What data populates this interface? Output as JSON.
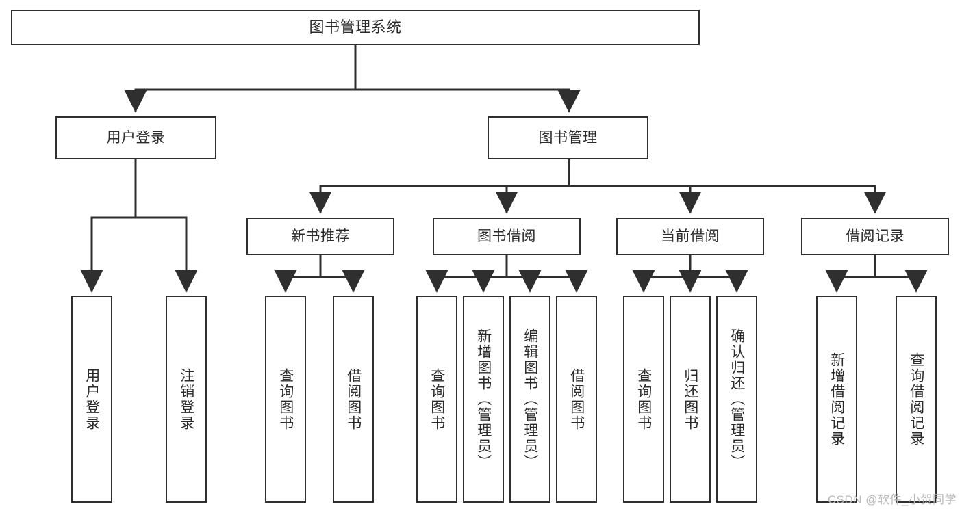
{
  "diagram": {
    "title": "图书管理系统",
    "type": "tree",
    "orientation": "top-down",
    "box_fill": "#ffffff",
    "box_stroke": "#2f2f2f",
    "text_color": "#2b2b2b",
    "background": "#ffffff"
  },
  "nodes": {
    "root": {
      "label": "图书管理系统",
      "level": 0
    },
    "level1": [
      {
        "id": "user_login",
        "label": "用户登录",
        "level": 1
      },
      {
        "id": "book_manage",
        "label": "图书管理",
        "level": 1
      }
    ],
    "level2": [
      {
        "id": "new_book_rec",
        "label": "新书推荐",
        "level": 2,
        "parent": "book_manage"
      },
      {
        "id": "book_borrow",
        "label": "图书借阅",
        "level": 2,
        "parent": "book_manage"
      },
      {
        "id": "current_borrow",
        "label": "当前借阅",
        "level": 2,
        "parent": "book_manage"
      },
      {
        "id": "borrow_record",
        "label": "借阅记录",
        "level": 2,
        "parent": "book_manage"
      }
    ],
    "leaves": [
      {
        "id": "leaf_user_login",
        "label": "用户登录",
        "parent": "user_login"
      },
      {
        "id": "leaf_logout",
        "label": "注销登录",
        "parent": "user_login"
      },
      {
        "id": "leaf_query_book_1",
        "label": "查询图书",
        "parent": "new_book_rec"
      },
      {
        "id": "leaf_borrow_book_1",
        "label": "借阅图书",
        "parent": "new_book_rec"
      },
      {
        "id": "leaf_query_book_2",
        "label": "查询图书",
        "parent": "book_borrow"
      },
      {
        "id": "leaf_add_book",
        "label": "新增图书（管理员）",
        "parent": "book_borrow"
      },
      {
        "id": "leaf_edit_book",
        "label": "编辑图书（管理员）",
        "parent": "book_borrow"
      },
      {
        "id": "leaf_borrow_book_2",
        "label": "借阅图书",
        "parent": "book_borrow"
      },
      {
        "id": "leaf_query_book_3",
        "label": "查询图书",
        "parent": "current_borrow"
      },
      {
        "id": "leaf_return_book",
        "label": "归还图书",
        "parent": "current_borrow"
      },
      {
        "id": "leaf_confirm_return",
        "label": "确认归还（管理员）",
        "parent": "current_borrow"
      },
      {
        "id": "leaf_add_record",
        "label": "新增借阅记录",
        "parent": "borrow_record"
      },
      {
        "id": "leaf_query_record",
        "label": "查询借阅记录",
        "parent": "borrow_record"
      }
    ]
  },
  "watermark": {
    "text": "CSDN @软件_小贺同学"
  }
}
